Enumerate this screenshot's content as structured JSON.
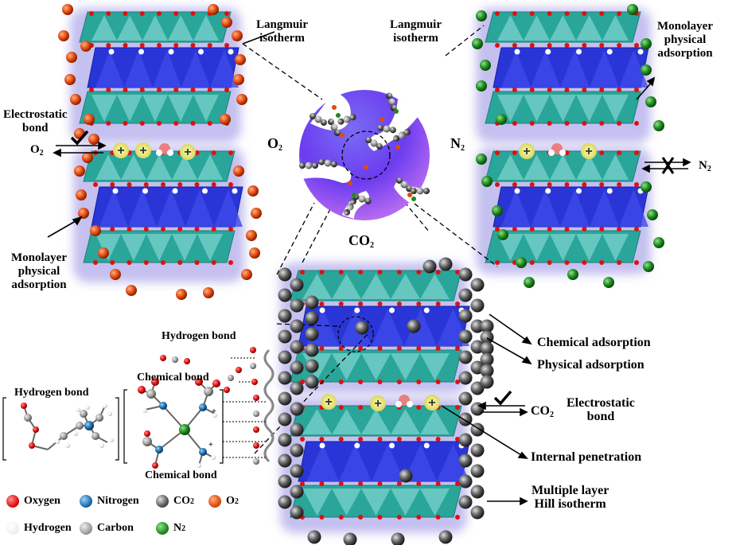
{
  "labels": {
    "langmuir_left": [
      "Langmuir",
      "isotherm"
    ],
    "langmuir_right": [
      "Langmuir",
      "isotherm"
    ],
    "monolayer_right": [
      "Monolayer",
      "physical",
      "adsorption"
    ],
    "monolayer_left": [
      "Monolayer",
      "physical",
      "adsorption"
    ],
    "electrostatic_left": [
      "Electrostatic",
      "bond"
    ],
    "electrostatic_right": [
      "Electrostatic",
      "bond"
    ],
    "o2_gas": "O",
    "o2_left_arrow": "O",
    "n2_gas": "N",
    "n2_right_arrow": "N",
    "co2_gas": "CO",
    "co2_arrow": "CO",
    "subscript_2": "2",
    "chemical_adsorption": "Chemical adsorption",
    "physical_adsorption": "Physical adsorption",
    "internal_penetration": "Internal penetration",
    "multiple_layer": [
      "Multiple layer",
      "Hill isotherm"
    ],
    "hydrogen_bond_top": "Hydrogen bond",
    "hydrogen_bond_left": "Hydrogen bond",
    "chemical_bond_top": "Chemical bond",
    "chemical_bond_bottom": "Chemical bond"
  },
  "legend": [
    {
      "label": "Oxygen",
      "color": "#e01010"
    },
    {
      "label": "Nitrogen",
      "color": "#1a6fb0"
    },
    {
      "label": "CO",
      "sub": "2",
      "color": "#555555"
    },
    {
      "label": "O",
      "sub": "2",
      "color": "#e85010"
    },
    {
      "label": "Hydrogen",
      "color": "#f2f2f2"
    },
    {
      "label": "Carbon",
      "color": "#a0a0a0"
    },
    {
      "label": "N",
      "sub": "2",
      "color": "#1d8a1d"
    }
  ],
  "colors": {
    "teal": "#2aa59a",
    "blue": "#2a35d8",
    "halo": "#b8b4ee",
    "sphere": "#6b3cf0",
    "o2": "#e04a10",
    "n2": "#1d8a1d",
    "co2": "#555555",
    "plus": "#f2f08a"
  }
}
